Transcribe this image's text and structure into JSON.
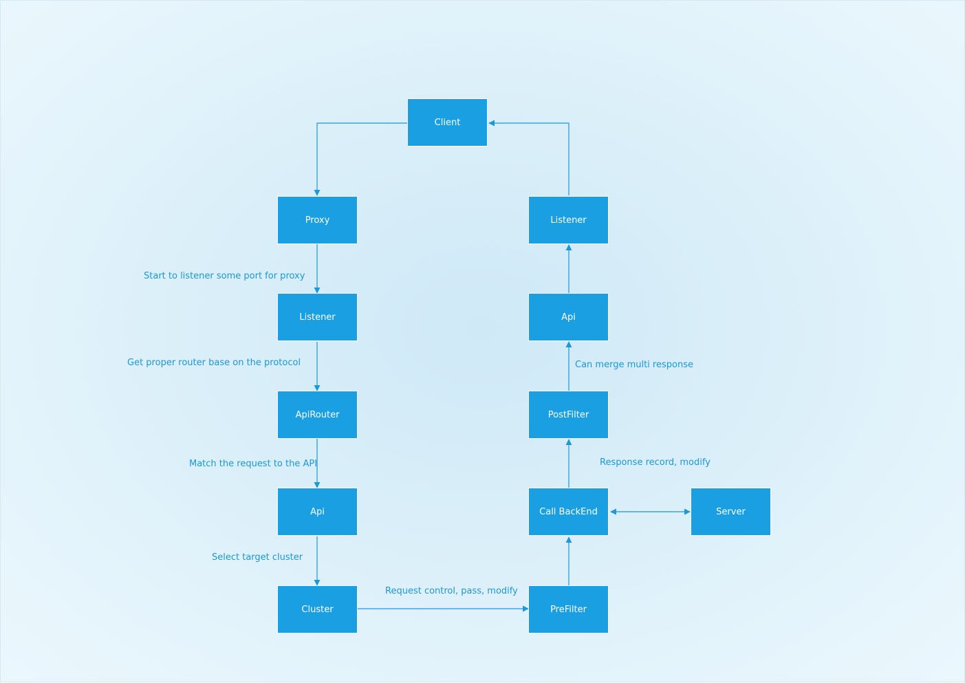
{
  "colors": {
    "node_fill": "#1aa0e2",
    "node_text": "#ffffff",
    "line": "#1a98d9",
    "label": "#1a98d9"
  },
  "nodes": {
    "client": "Client",
    "proxy": "Proxy",
    "listener_left": "Listener",
    "api_router": "ApiRouter",
    "api_left": "Api",
    "cluster": "Cluster",
    "listener_right": "Listener",
    "api_right": "Api",
    "post_filter": "PostFilter",
    "call_backend": "Call BackEnd",
    "server": "Server",
    "pre_filter": "PreFilter"
  },
  "labels": {
    "proxy_listener": "Start to listener some port for proxy",
    "listener_router": "Get proper router base on the protocol",
    "router_api": "Match the request to the API",
    "api_cluster": "Select target cluster",
    "cluster_prefilter": "Request control, pass, modify",
    "backend_postfilter": "Response record, modify",
    "postfilter_api": "Can merge multi response"
  }
}
